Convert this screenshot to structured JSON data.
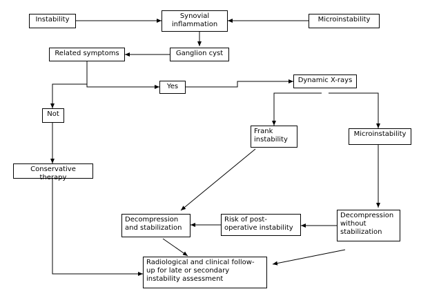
{
  "nodes": {
    "instability": "Instability",
    "synovial": "Synovial\ninflammation",
    "microinstability_top": "Microinstability",
    "related_symptoms": "Related symptoms",
    "ganglion": "Ganglion cyst",
    "yes": "Yes",
    "dynamic_xrays": "Dynamic X-rays",
    "not": "Not",
    "frank": "Frank\ninstability",
    "microinstability_mid": "Microinstability",
    "conservative": "Conservative therapy",
    "decomp_stab": "Decompression\nand stabilization",
    "risk": "Risk of post-\noperative instability",
    "decomp_nostab": "Decompression\nwithout\nstabilization",
    "followup": "Radiological and clinical follow-\nup for late or secondary\ninstability assessment"
  }
}
